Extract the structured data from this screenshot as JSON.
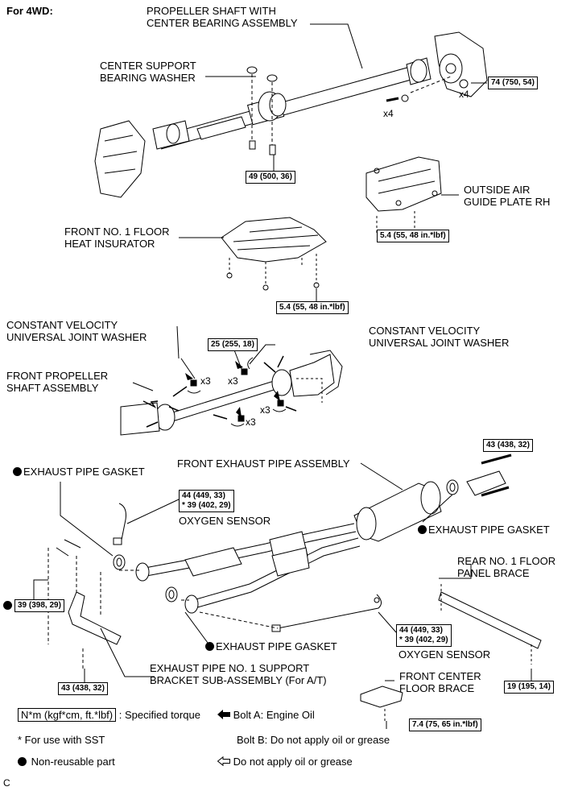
{
  "header": "For 4WD:",
  "labels": {
    "propeller_shaft": [
      "PROPELLER SHAFT WITH",
      "CENTER BEARING ASSEMBLY"
    ],
    "center_support_washer": [
      "CENTER SUPPORT",
      "BEARING WASHER"
    ],
    "outside_air_guide": [
      "OUTSIDE AIR",
      "GUIDE PLATE RH"
    ],
    "front_floor_heat_insulator": [
      "FRONT NO. 1 FLOOR",
      "HEAT INSURATOR"
    ],
    "cv_joint_washer_left": [
      "CONSTANT VELOCITY",
      "UNIVERSAL JOINT WASHER"
    ],
    "cv_joint_washer_right": [
      "CONSTANT VELOCITY",
      "UNIVERSAL JOINT WASHER"
    ],
    "front_propeller_shaft": [
      "FRONT PROPELLER",
      "SHAFT ASSEMBLY"
    ],
    "exhaust_gasket_top": "EXHAUST PIPE GASKET",
    "front_exhaust_pipe": "FRONT EXHAUST PIPE ASSEMBLY",
    "oxygen_sensor_top": "OXYGEN SENSOR",
    "exhaust_gasket_right": "EXHAUST PIPE GASKET",
    "rear_floor_brace": [
      "REAR NO. 1 FLOOR",
      "PANEL BRACE"
    ],
    "exhaust_gasket_mid": "EXHAUST PIPE GASKET",
    "oxygen_sensor_bottom": "OXYGEN SENSOR",
    "support_bracket": [
      "EXHAUST PIPE NO. 1 SUPPORT",
      "BRACKET SUB-ASSEMBLY   (For A/T)"
    ],
    "front_center_brace": [
      "FRONT CENTER",
      "FLOOR BRACE"
    ]
  },
  "quantities": {
    "x4_nut": "x4",
    "x4_bolt": "x4",
    "x3_a": "x3",
    "x3_b": "x3",
    "x3_c": "x3",
    "x3_d": "x3"
  },
  "torques": {
    "t74": "74 (750, 54)",
    "t49": "49 (500, 36)",
    "t54_plate": "5.4 (55, 48 in.*lbf)",
    "t54_insulator": "5.4 (55, 48 in.*lbf)",
    "t25": "25 (255, 18)",
    "t43_top": "43 (438, 32)",
    "t44_top": [
      "44 (449, 33)",
      "* 39 (402, 29)"
    ],
    "t39": "39 (398, 29)",
    "t44_bottom": [
      "44 (449, 33)",
      "* 39 (402, 29)"
    ],
    "t43_bottom": "43 (438, 32)",
    "t19": "19 (195, 14)",
    "t74b": "7.4 (75, 65 in.*lbf)"
  },
  "legend": {
    "torque_box": "N*m (kgf*cm, ft.*lbf)",
    "torque_text": ": Specified torque",
    "sst": "* For use with SST",
    "non_reusable": "Non-reusable part",
    "bolt_a": "Bolt A: Engine Oil",
    "bolt_b": "Bolt B: Do not apply oil or grease",
    "no_oil": "Do not apply oil or grease"
  },
  "figure_code": "C"
}
